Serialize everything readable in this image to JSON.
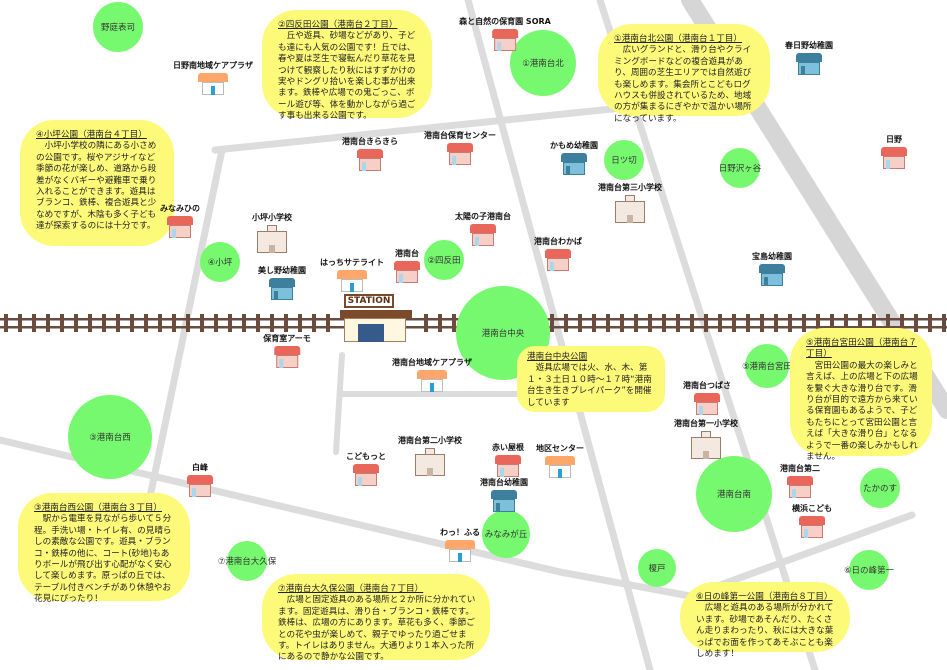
{
  "map": {
    "station_label": "STATION",
    "colors": {
      "park": "#76f96e",
      "bubble": "#fdfa7a",
      "road": "#d9d9d9",
      "rail_tie": "#6b4b3e"
    },
    "parks": [
      {
        "label": "野庭表司"
      },
      {
        "label": "①港南台北"
      },
      {
        "label": "日ツ切"
      },
      {
        "label": "日野沢ヶ谷"
      },
      {
        "label": "④小坪"
      },
      {
        "label": "②四反田"
      },
      {
        "label": "港南台中央"
      },
      {
        "label": "⑤港南台宮田"
      },
      {
        "label": "③港南台西"
      },
      {
        "label": "港南台南"
      },
      {
        "label": "たかのす"
      },
      {
        "label": "みなみが丘"
      },
      {
        "label": "⑦港南台大久保"
      },
      {
        "label": "榎戸"
      },
      {
        "label": "⑥日の峰第一"
      }
    ],
    "facilities": [
      {
        "label": "森と自然の保育園 SORA",
        "type": "nursery"
      },
      {
        "label": "日野南地域ケアプラザ",
        "type": "plaza"
      },
      {
        "label": "春日野幼稚園",
        "type": "kinder"
      },
      {
        "label": "港南台きらきら",
        "type": "nursery"
      },
      {
        "label": "港南台保育センター",
        "type": "nursery"
      },
      {
        "label": "かもめ幼稚園",
        "type": "kinder"
      },
      {
        "label": "港南台第三小学校",
        "type": "school"
      },
      {
        "label": "日野",
        "type": "nursery"
      },
      {
        "label": "みなみひの",
        "type": "nursery"
      },
      {
        "label": "小坪小学校",
        "type": "school"
      },
      {
        "label": "太陽の子港南台",
        "type": "nursery"
      },
      {
        "label": "港南台わかば",
        "type": "nursery"
      },
      {
        "label": "港南台",
        "type": "nursery"
      },
      {
        "label": "はっちサテライト",
        "type": "plaza"
      },
      {
        "label": "美し野幼稚園",
        "type": "kinder"
      },
      {
        "label": "宝島幼稚園",
        "type": "kinder"
      },
      {
        "label": "保育室アーモ",
        "type": "nursery"
      },
      {
        "label": "港南台地域ケアプラザ",
        "type": "plaza"
      },
      {
        "label": "港南台つばさ",
        "type": "nursery"
      },
      {
        "label": "港南台第一小学校",
        "type": "school"
      },
      {
        "label": "こどもっと",
        "type": "nursery"
      },
      {
        "label": "港南台第二小学校",
        "type": "school"
      },
      {
        "label": "赤い屋根",
        "type": "nursery"
      },
      {
        "label": "地区センター",
        "type": "plaza"
      },
      {
        "label": "港南台幼稚園",
        "type": "kinder"
      },
      {
        "label": "港南台第二",
        "type": "nursery"
      },
      {
        "label": "横浜こども",
        "type": "nursery"
      },
      {
        "label": "白峰",
        "type": "nursery"
      },
      {
        "label": "わっ！ふる",
        "type": "plaza"
      }
    ],
    "bubbles": [
      {
        "title": "②四反田公園（港南台２丁目）",
        "body": "丘や遊具、砂場などがあり、子ども達にも人気の公園です！丘では、春や夏は芝生で寝転んだり草花を見つけて観察したり秋にはすずかけの実やドングリ拾いを楽しむ事が出来ます。鉄棒や広場での鬼ごっこ、ボール遊び等、体を動かしながら過ごす事も出来る公園です。"
      },
      {
        "title": "①港南台北公園（港南台１丁目）",
        "body": "広いグランドと、滑り台やクライミングボードなどの複合遊具があり、周囲の芝生エリアでは自然遊びも楽しめます。集会所とこどもログハウスも併設されているため、地域の方が集まるにぎやかで温かい場所になっています。"
      },
      {
        "title": "④小坪公園（港南台４丁目）",
        "body": "小坪小学校の隣にある小さめの公園です。桜やアジサイなど季節の花が楽しめ、道路から段差がなくバギーや避難車で乗り入れることができます。遊具はブランコ、鉄棒、複合遊具と少なめですが、木陰も多く子ども達が探索するのには十分です。"
      },
      {
        "title": "港南台中央公園",
        "body": "遊具広場では火、水、木、第１・３土日１０時～１７時“港南台生き生きプレイパーク”を開催しています"
      },
      {
        "title": "⑤港南台宮田公園（港南台７丁目）",
        "body": "宮田公園の最大の楽しみと言えば、上の広場と下の広場を繋ぐ大きな滑り台です。滑り台が目的で遠方から来ている保育園もあるようで、子どもたちにとって宮田公園と言えば「大きな滑り台」となるようで一番の楽しみかもしれません。"
      },
      {
        "title": "③港南台西公園（港南台３丁目）",
        "body": "駅から電車を見ながら歩いて５分程。手洗い場・トイレ有、の見晴らしの素敵な公園です。遊具・ブランコ・鉄棒の他に、コート(砂地)もありボールが飛び出す心配がなく安心して楽しめます。原っぱの丘では、テーブル付きベンチがあり休憩やお花見にぴったり！"
      },
      {
        "title": "⑦港南台大久保公園（港南台７丁目）",
        "body": "広場と固定遊具のある場所と２か所に分かれています。固定遊具は、滑り台・ブランコ・鉄棒です。鉄棒は、広場の方にあります。草花も多く、季節ごとの花や虫が楽しめて、親子でゆったり過ごせます。トイレはありません。大通りより１本入った所にあるので静かな公園です。"
      },
      {
        "title": "⑥日の峰第一公園（港南台８丁目）",
        "body": "広場と遊具のある場所が分かれています。砂場であそんだり、たくさん走りまわったり、秋には大きな葉っぱでお面を作ってあそぶことも楽しめます！"
      }
    ]
  }
}
